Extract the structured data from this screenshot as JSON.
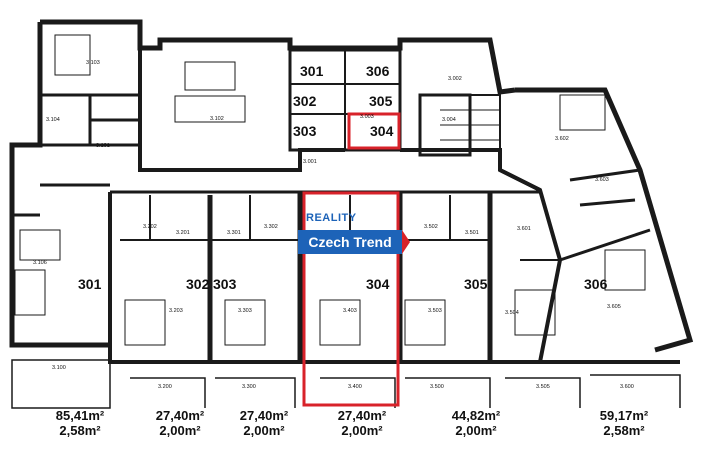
{
  "floor_plan": {
    "colors": {
      "wall": "#1a1a1a",
      "highlight": "#d8222a",
      "brand": "#1d63b8"
    },
    "apartment_labels": [
      {
        "id": "top-301",
        "text": "301"
      },
      {
        "id": "top-306",
        "text": "306"
      },
      {
        "id": "top-302",
        "text": "302"
      },
      {
        "id": "top-305",
        "text": "305"
      },
      {
        "id": "top-303",
        "text": "303"
      },
      {
        "id": "top-304",
        "text": "304"
      },
      {
        "id": "main-301",
        "text": "301"
      },
      {
        "id": "main-302",
        "text": "302"
      },
      {
        "id": "main-303",
        "text": "303"
      },
      {
        "id": "main-304",
        "text": "304"
      },
      {
        "id": "main-305",
        "text": "305"
      },
      {
        "id": "main-306",
        "text": "306"
      }
    ],
    "room_labels": {
      "r3103": "3.103",
      "r3102": "3.102",
      "r3104": "3.104",
      "r3101": "3.101",
      "r3201": "3.201",
      "r3301": "3.301",
      "r3202": "3.202",
      "r3302": "3.302",
      "r3501": "3.501",
      "r3502": "3.502",
      "r3601": "3.601",
      "r3602": "3.602",
      "r3603": "3.603",
      "r3106": "3.106",
      "r3203": "3.203",
      "r3303": "3.303",
      "r3403": "3.403",
      "r3503": "3.503",
      "r3504": "3.504",
      "r3605": "3.605",
      "r3100": "3.100",
      "r3200": "3.200",
      "r3300": "3.300",
      "r3400": "3.400",
      "r3500": "3.500",
      "r3505": "3.505",
      "r3600": "3.600",
      "r3001": "3.001",
      "r3003": "3.003",
      "r3004": "3.004",
      "r3002": "3.002"
    },
    "areas": [
      {
        "main": "85,41m²",
        "balcony": "2,58m²"
      },
      {
        "main": "27,40m²",
        "balcony": "2,00m²"
      },
      {
        "main": "27,40m²",
        "balcony": "2,00m²"
      },
      {
        "main": "27,40m²",
        "balcony": "2,00m²"
      },
      {
        "main": "44,82m²",
        "balcony": "2,00m²"
      },
      {
        "main": "59,17m²",
        "balcony": "2,58m²"
      }
    ],
    "watermark": {
      "top_text": "REALITY",
      "main_text": "Czech Trend"
    }
  }
}
